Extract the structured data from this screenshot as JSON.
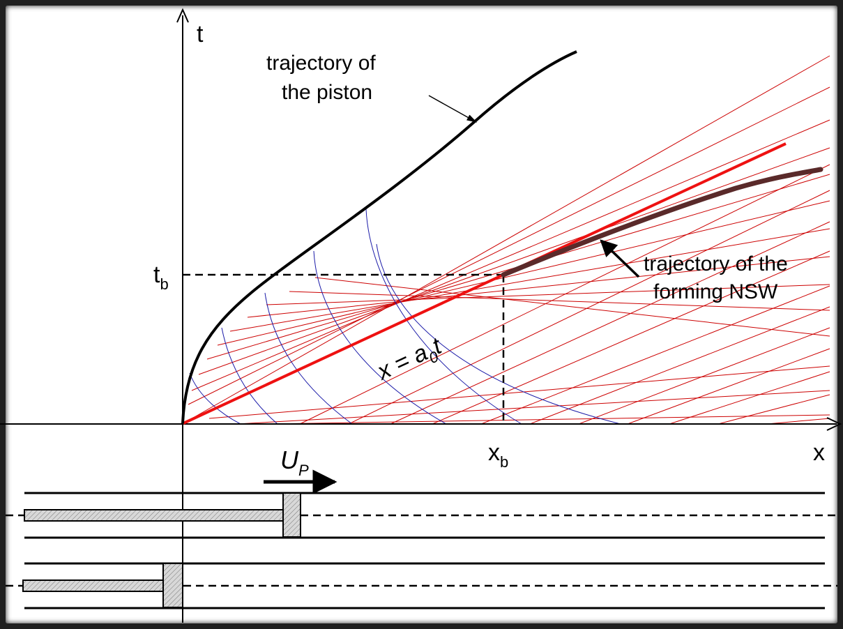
{
  "axes": {
    "t_label": "t",
    "x_label": "x",
    "tb_label": "t",
    "tb_sub": "b",
    "xb_label": "x",
    "xb_sub": "b"
  },
  "annotations": {
    "piston_line1": "trajectory of",
    "piston_line2": "the piston",
    "nsw_line1": "trajectory of the",
    "nsw_line2": "forming  NSW",
    "eq_x": "x = a",
    "eq_sub": "0",
    "eq_t": "t"
  },
  "piston": {
    "up_label": "U",
    "up_sub": "P"
  },
  "colors": {
    "characteristics_red": "#cc0000",
    "characteristics_blue": "#1a1aa8",
    "shock_trajectory": "#5a2a2a",
    "piston_trajectory": "#000000",
    "hatch_fill": "#d0d0d0"
  }
}
